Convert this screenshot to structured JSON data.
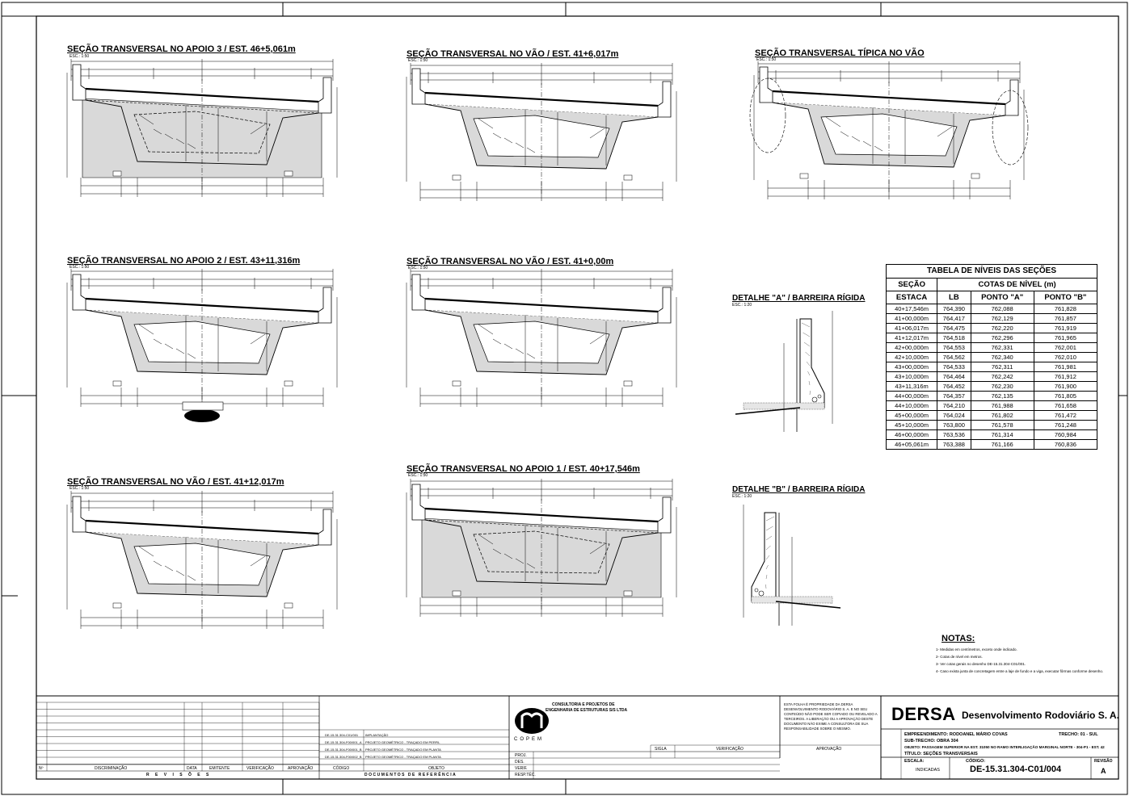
{
  "sections": [
    {
      "id": "s1",
      "title": "SEÇÃO TRANSVERSAL NO APOIO 3 / EST. 46+5,061m",
      "scale": "ESC.: 1:50",
      "kind": "apoio"
    },
    {
      "id": "s2",
      "title": "SEÇÃO TRANSVERSAL NO VÃO / EST. 41+6,017m",
      "scale": "ESC.: 1:50",
      "kind": "vao"
    },
    {
      "id": "s3",
      "title": "SEÇÃO TRANSVERSAL TÍPICA NO VÃO",
      "scale": "ESC.: 1:50",
      "kind": "tipica"
    },
    {
      "id": "s4",
      "title": "SEÇÃO TRANSVERSAL NO APOIO 2 / EST. 43+11,316m",
      "scale": "ESC.: 1:50",
      "kind": "apoio2"
    },
    {
      "id": "s5",
      "title": "SEÇÃO TRANSVERSAL NO VÃO / EST. 41+0,00m",
      "scale": "ESC.: 1:50",
      "kind": "vao"
    },
    {
      "id": "s6",
      "title": "SEÇÃO TRANSVERSAL NO VÃO / EST. 41+12,017m",
      "scale": "ESC.: 1:50",
      "kind": "vao"
    },
    {
      "id": "s7",
      "title": "SEÇÃO TRANSVERSAL NO APOIO 1 / EST. 40+17,546m",
      "scale": "ESC.: 1:50",
      "kind": "apoio"
    }
  ],
  "details": [
    {
      "id": "dA",
      "title": "DETALHE \"A\" / BARREIRA RÍGIDA",
      "scale": "ESC.: 1:20"
    },
    {
      "id": "dB",
      "title": "DETALHE \"B\" / BARREIRA RÍGIDA",
      "scale": "ESC.: 1:20"
    }
  ],
  "levels_table": {
    "caption": "TABELA DE NÍVEIS DAS SEÇÕES",
    "col_section": "SEÇÃO",
    "col_levels": "COTAS DE NÍVEL (m)",
    "headers": [
      "ESTACA",
      "LB",
      "PONTO \"A\"",
      "PONTO \"B\""
    ],
    "rows": [
      [
        "40+17,546m",
        "764,390",
        "762,088",
        "761,828"
      ],
      [
        "41+00,000m",
        "764,417",
        "762,129",
        "761,857"
      ],
      [
        "41+06,017m",
        "764,475",
        "762,220",
        "761,919"
      ],
      [
        "41+12,017m",
        "764,518",
        "762,296",
        "761,965"
      ],
      [
        "42+00,000m",
        "764,553",
        "762,331",
        "762,001"
      ],
      [
        "42+10,000m",
        "764,562",
        "762,340",
        "762,010"
      ],
      [
        "43+00,000m",
        "764,533",
        "762,311",
        "761,981"
      ],
      [
        "43+10,000m",
        "764,464",
        "762,242",
        "761,912"
      ],
      [
        "43+11,316m",
        "764,452",
        "762,230",
        "761,900"
      ],
      [
        "44+00,000m",
        "764,357",
        "762,135",
        "761,805"
      ],
      [
        "44+10,000m",
        "764,210",
        "761,988",
        "761,658"
      ],
      [
        "45+00,000m",
        "764,024",
        "761,802",
        "761,472"
      ],
      [
        "45+10,000m",
        "763,800",
        "761,578",
        "761,248"
      ],
      [
        "46+00,000m",
        "763,536",
        "761,314",
        "760,984"
      ],
      [
        "46+05,061m",
        "763,388",
        "761,166",
        "760,836"
      ]
    ]
  },
  "notes": {
    "title": "NOTAS:",
    "items": [
      "1- Medidas em centímetros, exceto onde indicado.",
      "2- Cotas de nível em metros.",
      "3- Ver cotas gerais no desenho DE-15.31.304-C01/001.",
      "4- Caso exista junta de concretagem entre a laje de fundo e a viga, executar fôrmas conforme desenho."
    ]
  },
  "title_block": {
    "company": "DERSA",
    "company_full": "Desenvolvimento Rodoviário S. A.",
    "consultant_lines": [
      "CONSULTORIA E PROJETOS DE",
      "ENGENHARIA DE ESTRUTURAS S/S LTDA"
    ],
    "consultant_logo": "COPEM",
    "drawing_number": "DE-15.31.304-C01/004",
    "revision_label": "REVISÃO",
    "revision": "A",
    "revisions_label": "R E V I S Õ E S",
    "documents_label": "DOCUMENTOS DE REFERÊNCIA",
    "rev_cols": [
      "Nº",
      "DISCRIMINAÇÃO",
      "DATA",
      "EMITENTE",
      "VERIFICAÇÃO",
      "APROVAÇÃO",
      "CÓDIGO",
      "OBJETO"
    ],
    "ref_docs": [
      [
        "DE-15.31.304-C01/001",
        "IMPLANTAÇÃO"
      ],
      [
        "DE-15.31.304-F00/001_A",
        "PROJETO GEOMÉTRICO - TRAÇADO EM PERFIL"
      ],
      [
        "DE-15.31.304-F00/001_B",
        "PROJETO GEOMÉTRICO - TRAÇADO EM PLANTA"
      ],
      [
        "DE-15.31.304-F00/002_B",
        "PROJETO GEOMÉTRICO - TRAÇADO EM PLANTA"
      ]
    ],
    "proj_label": "PROJ.",
    "des_label": "DES.",
    "verif_label": "VERIF.",
    "resp_label": "RESP.TÉC.",
    "sigla_label": "SIGLA",
    "verificacao_label": "VERIFICAÇÃO",
    "aprovacao_label": "APROVAÇÃO",
    "escala_label": "ESCALA:",
    "escala_value": "INDICADAS",
    "codigo_label": "CÓDIGO:",
    "empreendimento": "EMPREENDIMENTO: RODOANEL MÁRIO COVAS",
    "trecho": "TRECHO: 01 - SUL",
    "sub_trecho": "SUB-TRECHO: OBRA 304",
    "objeto": "OBJETO: PASSAGEM SUPERIOR NA EST. 31050 NO RAMO INTERLIGAÇÃO MARGINAL NORTE - 304-P1 - EST. 42",
    "titulo": "TÍTULO: SEÇÕES TRANSVERSAIS",
    "property_note": "ESTA FOLHA É PROPRIEDADE DA DERSA DESENVOLVIMENTO RODOVIÁRIO S. A. E NO SEU CONTEÚDO NÃO PODE SER COPIADO OU REVELADO A TERCEIROS. A LIBERAÇÃO OU A APROVAÇÃO DESTE DOCUMENTO NÃO EXIME A CONSULTORA DE SUA RESPONSABILIDADE SOBRE O MESMO."
  },
  "colors": {
    "line": "#000000",
    "fill": "#d9d9d9",
    "paper": "#ffffff"
  }
}
